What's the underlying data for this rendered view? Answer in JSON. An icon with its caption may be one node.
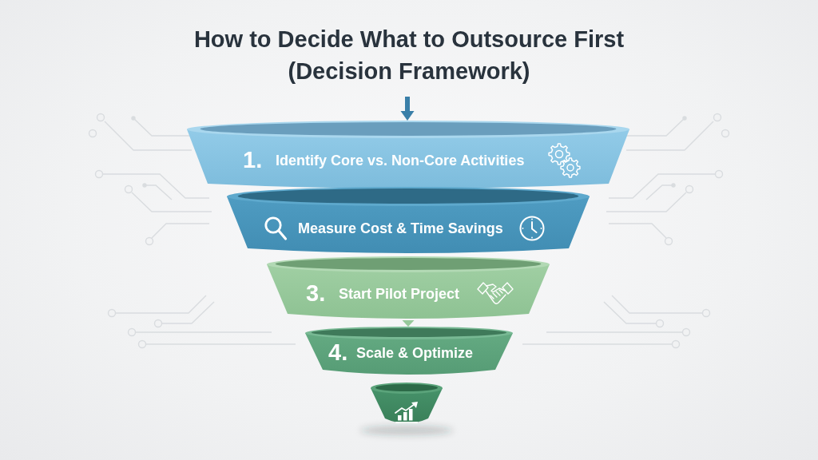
{
  "diagram": {
    "title": "How to Decide What to Outsource First (Decision Framework)",
    "nodes": [
      {
        "text": [
          "1.",
          "Identify Core vs. Non-Core Activities"
        ]
      },
      {
        "text": [
          "Measure Cost & Time Savings"
        ]
      },
      {
        "text": [
          "3.",
          "Start Pilot Project"
        ]
      },
      {
        "text": [
          "4.",
          "Scale & Optimize"
        ]
      },
      {
        "text": [],
        "shape": "trapezoid"
      }
    ],
    "edges": [
      {
        "from": null,
        "to": 0,
        "arrow": "to",
        "color": "#3a7fa8"
      },
      {
        "from": 2,
        "to": 3,
        "arrow": "to",
        "color": "#97c99b"
      }
    ]
  }
}
